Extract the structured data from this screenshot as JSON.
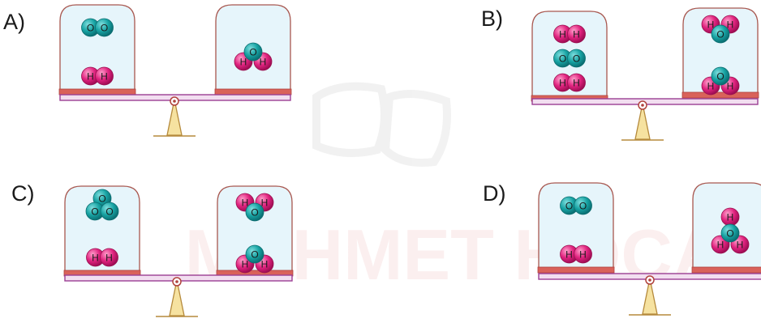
{
  "options": [
    {
      "label": "A)",
      "left_jar": [
        {
          "type": "pair",
          "atoms": [
            "O",
            "O"
          ]
        },
        {
          "type": "pair",
          "atoms": [
            "H",
            "H"
          ]
        }
      ],
      "right_jar": [
        {
          "type": "water",
          "center": "O",
          "arms": [
            "H",
            "H"
          ]
        }
      ]
    },
    {
      "label": "B)",
      "left_jar": [
        {
          "type": "pair",
          "atoms": [
            "H",
            "H"
          ]
        },
        {
          "type": "pair",
          "atoms": [
            "O",
            "O"
          ]
        },
        {
          "type": "pair",
          "atoms": [
            "H",
            "H"
          ]
        }
      ],
      "right_jar": [
        {
          "type": "water_up",
          "center": "O",
          "arms": [
            "H",
            "H"
          ]
        },
        {
          "type": "water",
          "center": "O",
          "arms": [
            "H",
            "H"
          ]
        }
      ]
    },
    {
      "label": "C)",
      "left_jar": [
        {
          "type": "tri",
          "atoms": [
            "O",
            "O",
            "O"
          ]
        },
        {
          "type": "pair",
          "atoms": [
            "H",
            "H"
          ]
        }
      ],
      "right_jar": [
        {
          "type": "water_up",
          "center": "O",
          "arms": [
            "H",
            "H"
          ]
        },
        {
          "type": "water",
          "center": "O",
          "arms": [
            "H",
            "H"
          ]
        }
      ]
    },
    {
      "label": "D)",
      "left_jar": [
        {
          "type": "pair",
          "atoms": [
            "O",
            "O"
          ]
        },
        {
          "type": "pair",
          "atoms": [
            "H",
            "H"
          ]
        }
      ],
      "right_jar": [
        {
          "type": "water_top",
          "center": "O",
          "arms": [
            "H",
            "H",
            "H"
          ]
        }
      ]
    }
  ],
  "watermark": {
    "text": "MEHMET HOCA"
  },
  "colors": {
    "oxygen": "#17a3a3",
    "hydrogen": "#e0237f",
    "jar_fill": "#e6f5fb",
    "jar_stroke": "#a8574f",
    "jar_base": "#d9625a",
    "beam_fill": "#f2def0",
    "beam_stroke": "#9b3f93",
    "stand_fill": "#f6e2a0",
    "stand_stroke": "#b58a3c"
  }
}
